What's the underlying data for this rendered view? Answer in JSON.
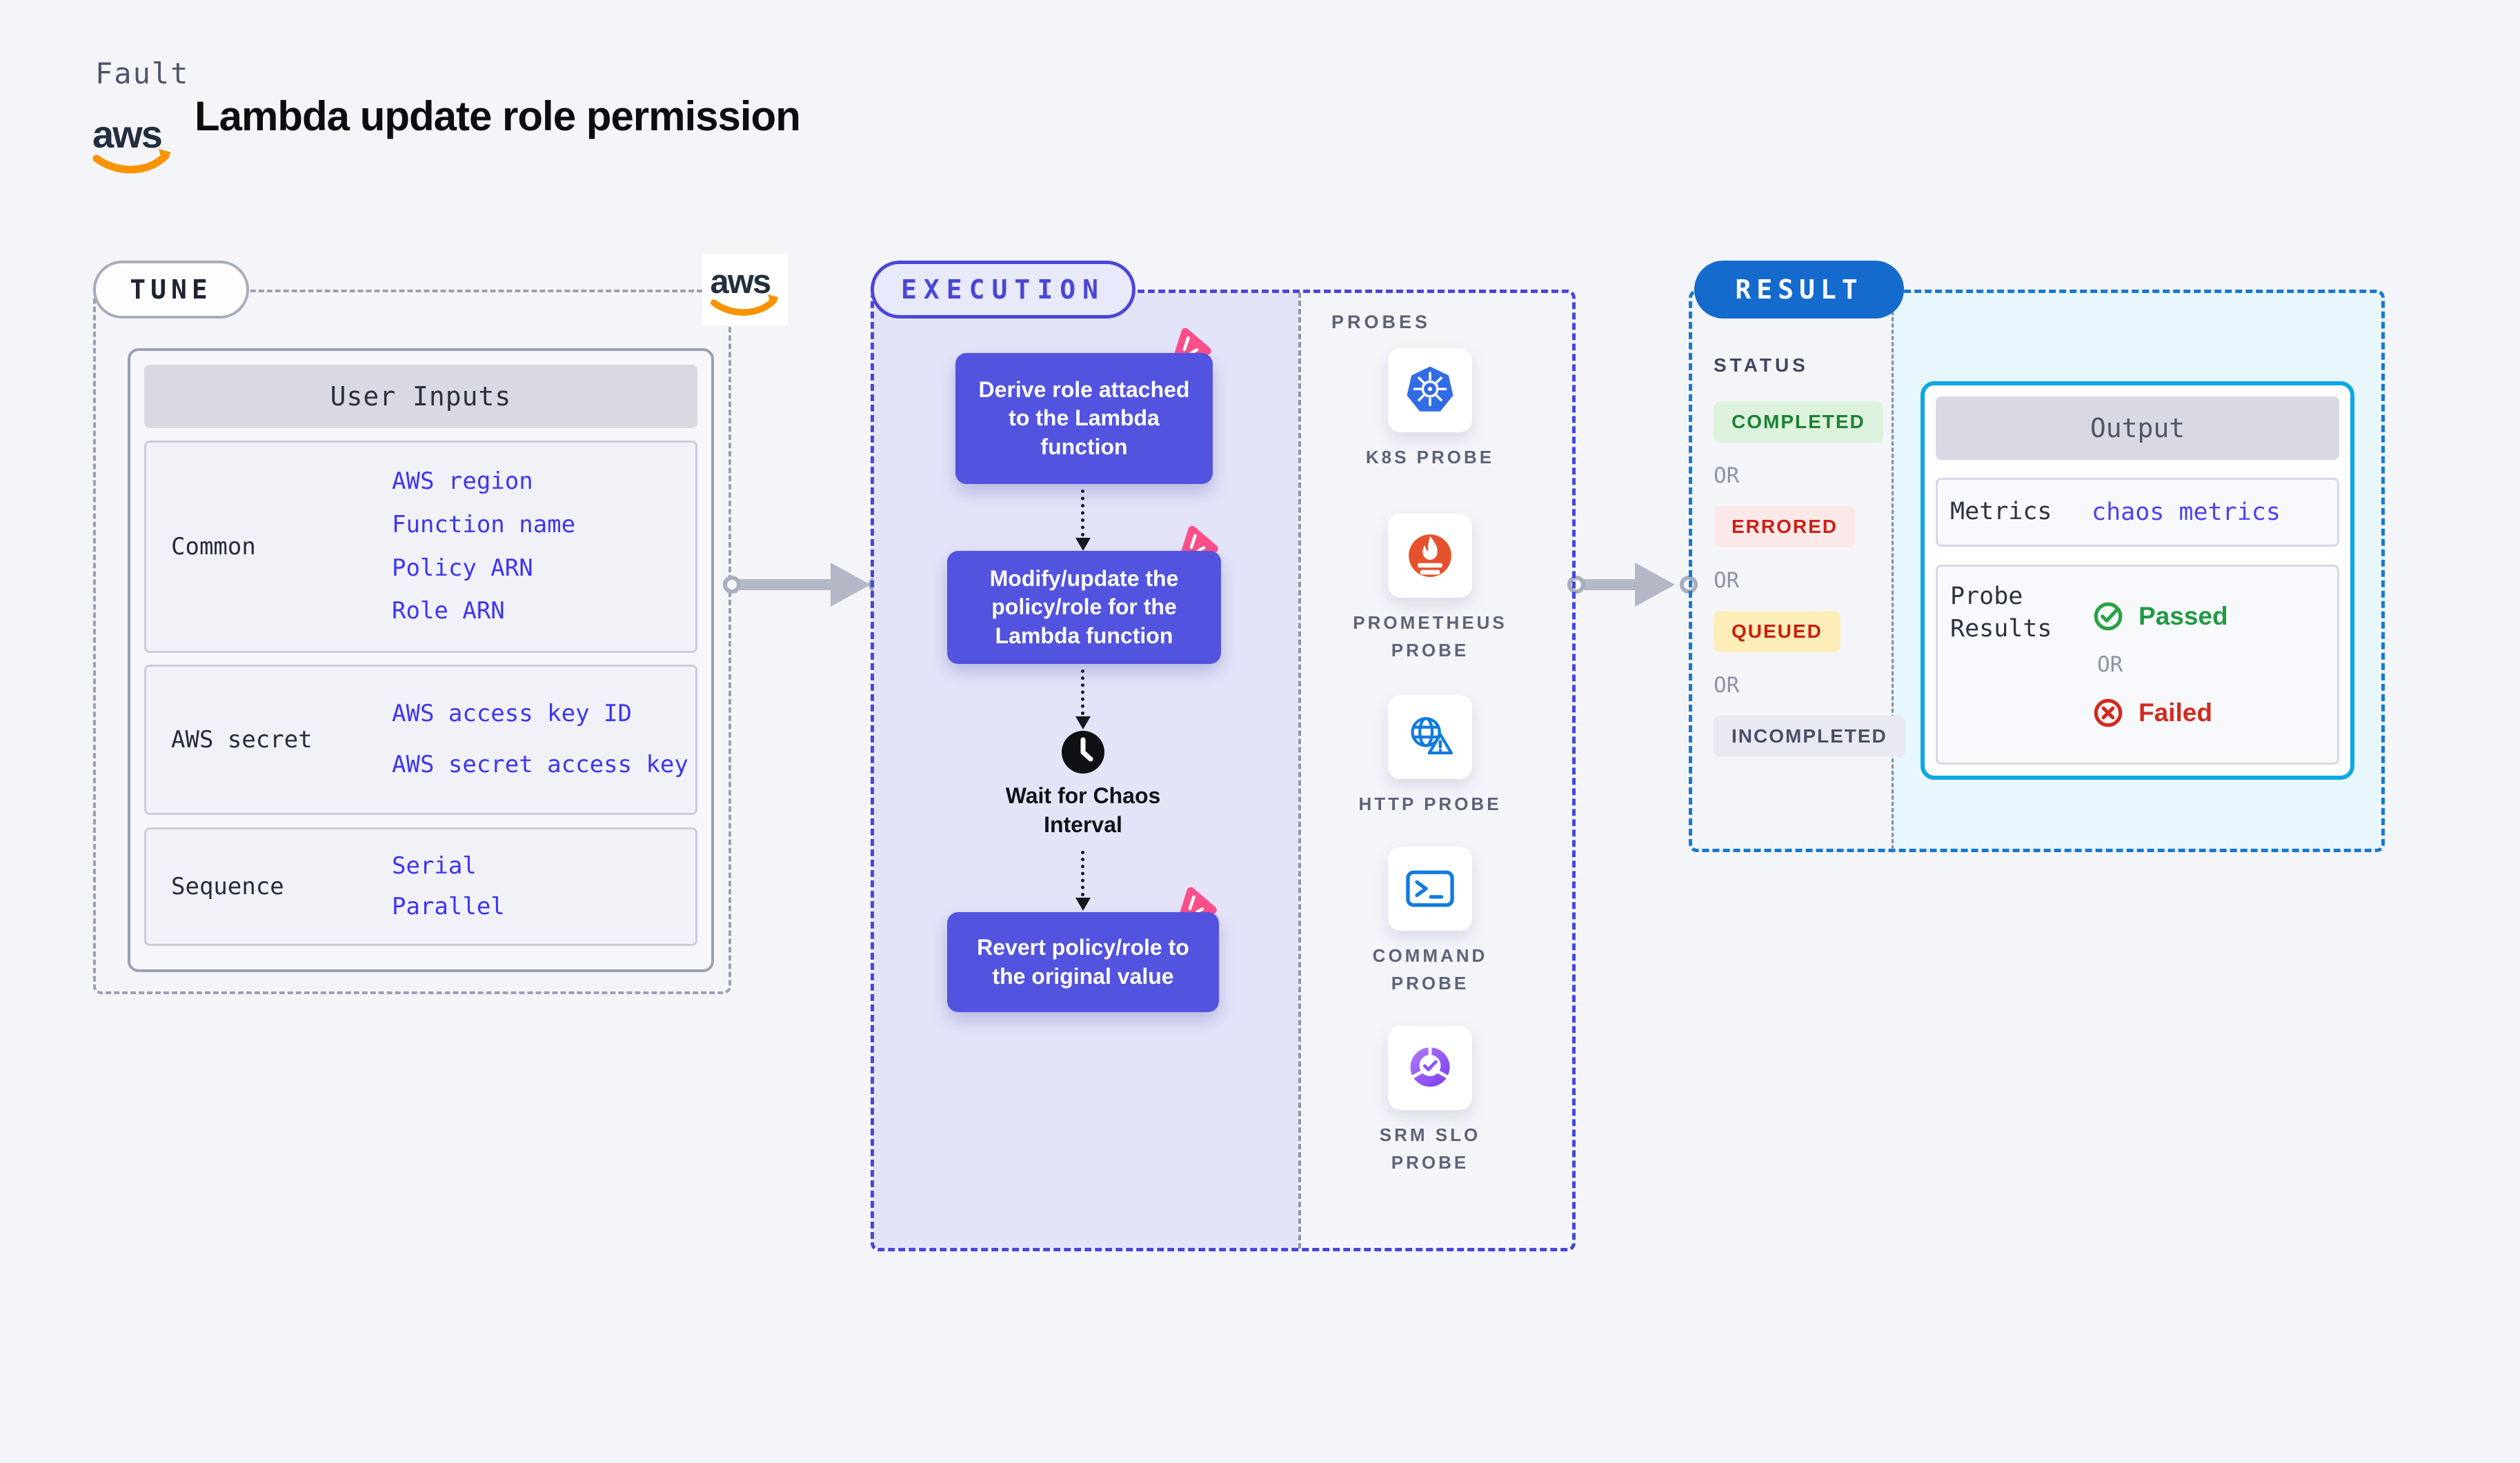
{
  "header": {
    "eyebrow": "Fault",
    "title": "Lambda update role permission"
  },
  "aws_logo": {
    "text": "aws"
  },
  "tune": {
    "pill": "TUNE",
    "table": {
      "title": "User Inputs",
      "rows": [
        {
          "label": "Common",
          "links": [
            "AWS region",
            "Function name",
            "Policy ARN",
            "Role ARN"
          ]
        },
        {
          "label": "AWS secret",
          "links": [
            "AWS access key ID",
            "AWS secret access key"
          ]
        },
        {
          "label": "Sequence",
          "links": [
            "Serial",
            "Parallel"
          ]
        }
      ]
    }
  },
  "execution": {
    "pill": "EXECUTION",
    "steps": {
      "step1": "Derive role attached to the Lambda function",
      "step2": "Modify/update the policy/role for the Lambda function",
      "wait": "Wait for Chaos Interval",
      "step3": "Revert policy/role to the original value"
    }
  },
  "probes": {
    "title": "PROBES",
    "items": [
      {
        "label": "K8S PROBE",
        "icon": "kubernetes-icon"
      },
      {
        "label": "PROMETHEUS PROBE",
        "icon": "prometheus-icon"
      },
      {
        "label": "HTTP PROBE",
        "icon": "globe-warning-icon"
      },
      {
        "label": "COMMAND PROBE",
        "icon": "terminal-icon"
      },
      {
        "label": "SRM SLO PROBE",
        "icon": "slo-donut-check-icon"
      }
    ]
  },
  "result": {
    "pill": "RESULT",
    "status_title": "STATUS",
    "or_label": "OR",
    "statuses": [
      {
        "label": "COMPLETED",
        "fg": "#1d8134",
        "bg": "#dcf2dd"
      },
      {
        "label": "ERRORED",
        "fg": "#cc2116",
        "bg": "#fbe9e9"
      },
      {
        "label": "QUEUED",
        "fg": "#cc1d10",
        "bg": "#fdedb8"
      },
      {
        "label": "INCOMPLETED",
        "fg": "#494f68",
        "bg": "#e8e9f1"
      }
    ],
    "output": {
      "title": "Output",
      "metrics_label": "Metrics",
      "metrics_value": "chaos metrics",
      "probe_results_label": "Probe Results",
      "passed_label": "Passed",
      "or_label": "OR",
      "failed_label": "Failed"
    }
  },
  "colors": {
    "page_bg": "#f4f5f9",
    "link": "#3e35f2",
    "execution_accent": "#4a46d8",
    "execution_panel": "#e4e4f9",
    "flow_box": "#5253df",
    "chaos_pink": "#fb4f8a",
    "result_accent": "#1679d2",
    "result_pill": "#146bcd",
    "result_panel": "#e8f6fd",
    "output_border": "#0ea7e4",
    "passed_green": "#219a43",
    "failed_red": "#d32a1e",
    "kubernetes_blue": "#326ce5",
    "prometheus_orange": "#e6522c",
    "probe_icon_blue": "#117be0",
    "aws_orange": "#f79400"
  }
}
